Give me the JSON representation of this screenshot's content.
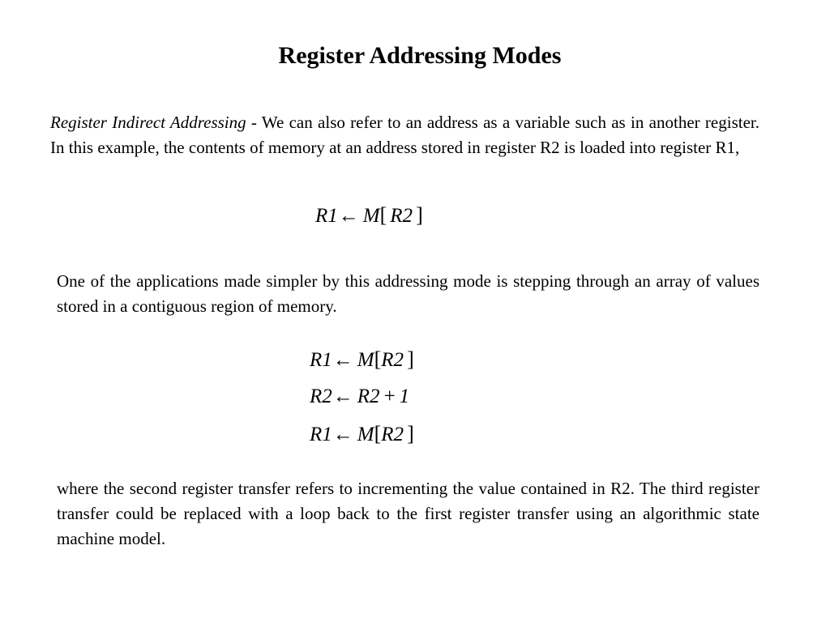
{
  "title": "Register Addressing Modes",
  "paragraph1": {
    "term": "Register Indirect Addressing",
    "body": " - We can also refer to an address as a variable such as in another register.  In this example, the contents of memory at an address stored in register R2 is loaded into register R1,"
  },
  "equation_single": {
    "dest": "R1",
    "arrow": "←",
    "mem": "M",
    "open": "[",
    "src": "R2",
    "close": "]"
  },
  "paragraph2": "One of the applications made simpler by this addressing mode is stepping through an array of values stored in a contiguous region of memory.",
  "equation_block": [
    {
      "dest": "R1",
      "arrow": "←",
      "rhs_a": "M",
      "open": "[",
      "rhs_b": "R2",
      "close": "]"
    },
    {
      "dest": "R2",
      "arrow": "←",
      "rhs_a": "R2",
      "plus": "+",
      "rhs_b": "1"
    },
    {
      "dest": "R1",
      "arrow": "←",
      "rhs_a": "M",
      "open": "[",
      "rhs_b": "R2",
      "close": "]"
    }
  ],
  "paragraph3": "where the second register transfer refers to incrementing the value contained in R2.  The third register transfer could be replaced with a loop back to the first register transfer using an algorithmic state machine model."
}
